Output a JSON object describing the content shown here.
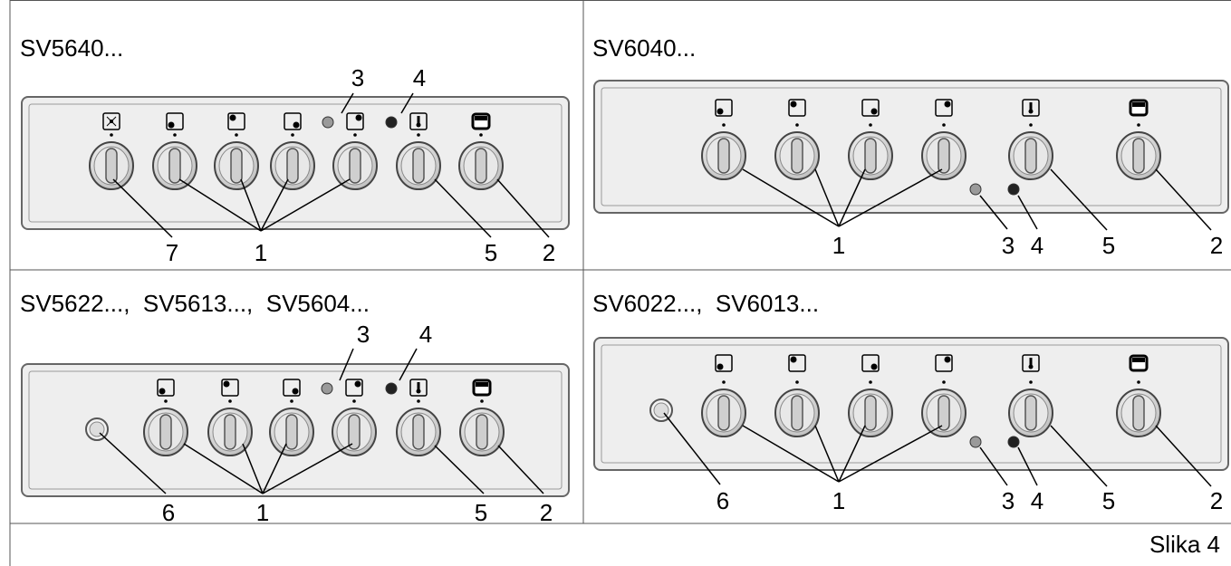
{
  "panels": [
    {
      "title": "SV5640...",
      "callouts": [
        "7",
        "1",
        "5",
        "2",
        "3",
        "4"
      ]
    },
    {
      "title": "SV6040...",
      "callouts": [
        "1",
        "3",
        "4",
        "5",
        "2"
      ]
    },
    {
      "title": "SV5622...,  SV5613...,  SV5604...",
      "callouts": [
        "6",
        "1",
        "5",
        "2",
        "3",
        "4"
      ]
    },
    {
      "title": "SV6022...,  SV6013...",
      "callouts": [
        "6",
        "1",
        "3",
        "4",
        "5",
        "2"
      ]
    }
  ],
  "caption": "Slika 4",
  "colors": {
    "border": "#555555",
    "panel_fill": "#eeeeee",
    "light_grey": "#9a9a9a",
    "light_dark": "#222222"
  }
}
